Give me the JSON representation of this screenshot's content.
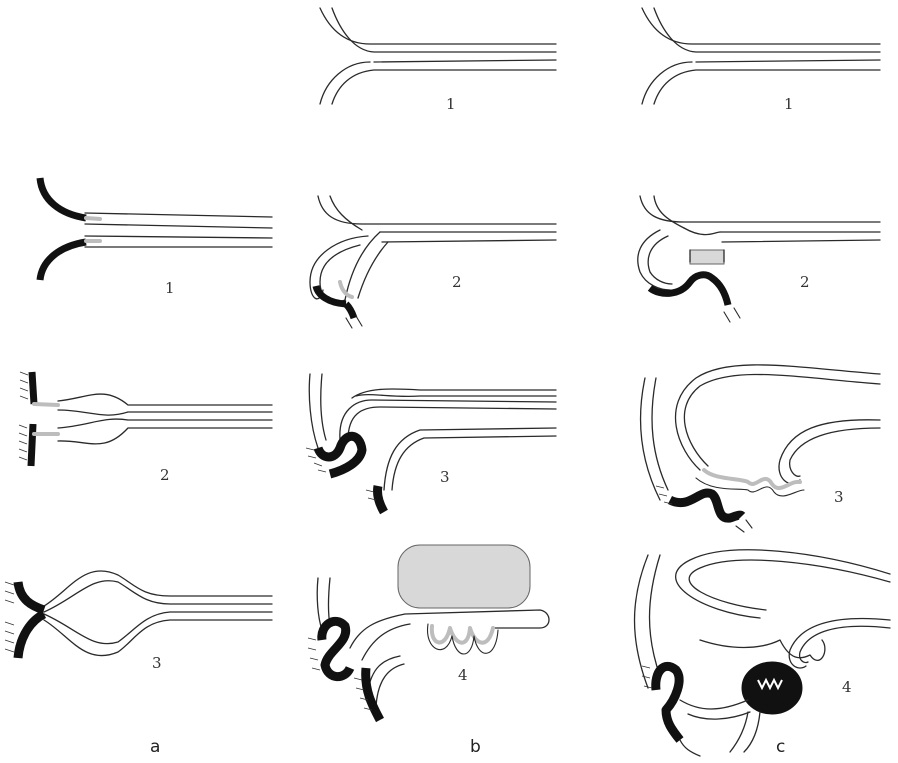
{
  "columns": [
    {
      "id": "a",
      "label": "a",
      "stages": [
        {
          "label": "1"
        },
        {
          "label": "2"
        },
        {
          "label": "3"
        }
      ]
    },
    {
      "id": "b",
      "label": "b",
      "stages": [
        {
          "label": "1"
        },
        {
          "label": "2"
        },
        {
          "label": "3"
        },
        {
          "label": "4"
        }
      ]
    },
    {
      "id": "c",
      "label": "c",
      "stages": [
        {
          "label": "1"
        },
        {
          "label": "2"
        },
        {
          "label": "3"
        },
        {
          "label": "4"
        }
      ]
    }
  ],
  "colors": {
    "line": "#2a2a2a",
    "epithelium": "#111111",
    "stipple": "#d8d8d8",
    "background": "#ffffff"
  }
}
